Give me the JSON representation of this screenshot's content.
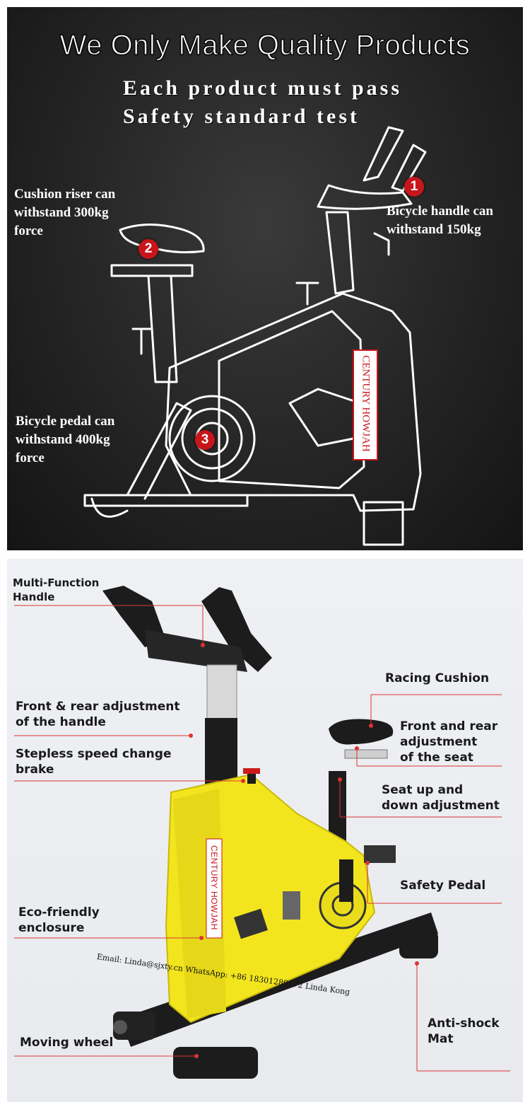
{
  "top": {
    "headline": "We Only Make Quality Products",
    "subline1": "Each product must pass",
    "subline2": "Safety standard test",
    "notes": [
      {
        "n": "1",
        "l1": "Bicycle handle can",
        "l2": "withstand 150kg",
        "l3": ""
      },
      {
        "n": "2",
        "l1": "Cushion riser can",
        "l2": "withstand 300kg",
        "l3": "force"
      },
      {
        "n": "3",
        "l1": "Bicycle pedal can",
        "l2": "withstand 400kg",
        "l3": "force"
      }
    ],
    "brand": "CENTURY HOWJAH"
  },
  "bottom": {
    "labels": {
      "handle": [
        "Multi-Function",
        "Handle"
      ],
      "front_rear_handle": [
        "Front & rear adjustment",
        "of the handle"
      ],
      "brake": [
        "Stepless speed change",
        "brake"
      ],
      "enclosure": [
        "Eco-friendly",
        "enclosure"
      ],
      "wheel": "Moving wheel",
      "cushion": "Racing Cushion",
      "seat_adjust": [
        "Front and rear",
        "adjustment",
        "of the seat"
      ],
      "seat_updown": [
        "Seat up and",
        "down adjustment"
      ],
      "pedal": "Safety Pedal",
      "mat": [
        "Anti-shock",
        "Mat"
      ]
    },
    "brand": "CENTURY HOWJAH",
    "contact": "Email:   Linda@sjxty.cn   WhatsApp:  +86 18301289172 Linda Kong"
  },
  "colors": {
    "accent_red": "#c8151b",
    "bike_yellow": "#f2e51e",
    "bike_black": "#1c1c1c"
  }
}
